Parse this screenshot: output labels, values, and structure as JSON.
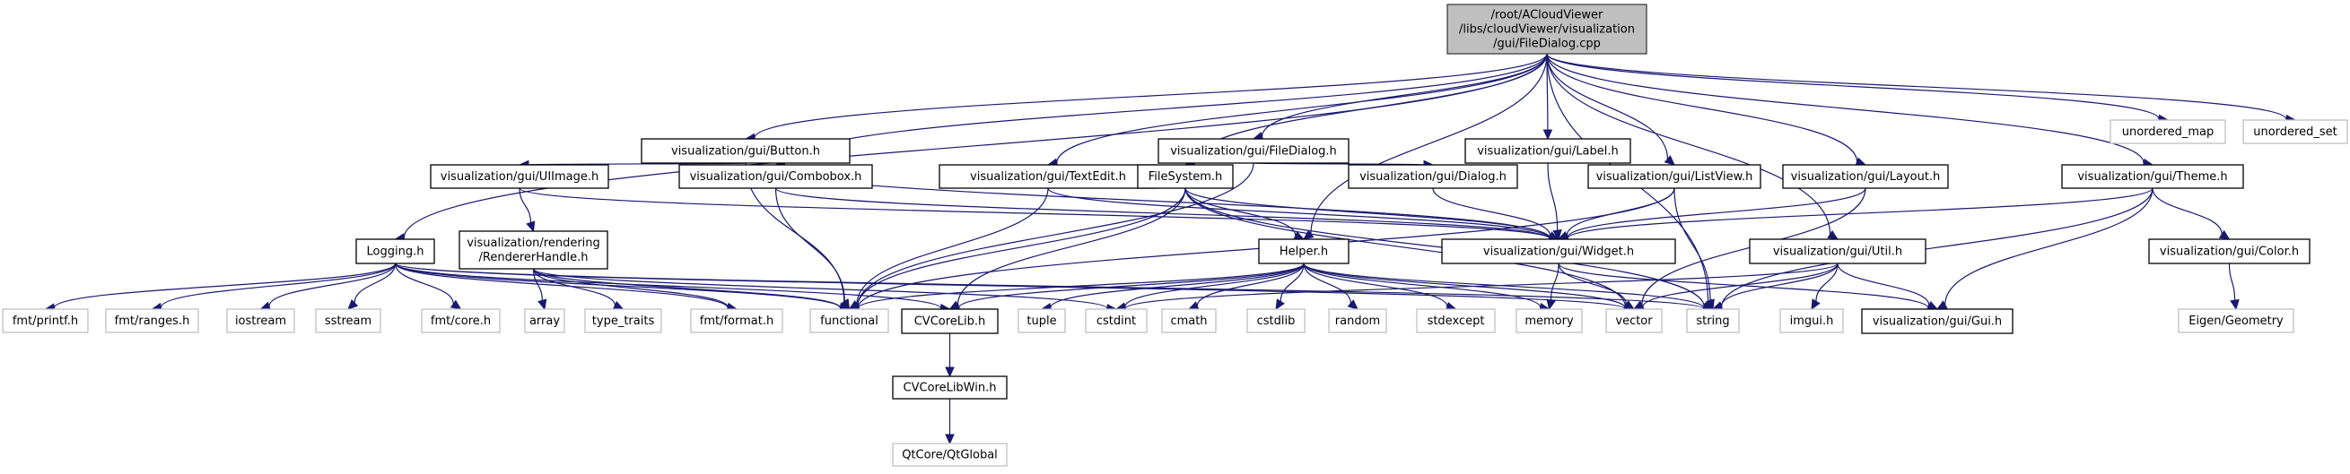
{
  "graph": {
    "title": "Include dependency graph",
    "colors": {
      "edge": "#191970",
      "root_fill": "#bfbfbf",
      "root_border": "#404040",
      "documented_border": "#000000",
      "external_border": "#bfbfbf",
      "fill": "#ffffff",
      "external_text": "#000000"
    },
    "nodes": [
      {
        "id": "root",
        "kind": "root",
        "lines": [
          "/root/ACloudViewer",
          "/libs/cloudViewer/visualization",
          "/gui/FileDialog.cpp"
        ]
      },
      {
        "id": "button",
        "kind": "documented",
        "lines": [
          "visualization/gui/Button.h"
        ]
      },
      {
        "id": "filedialog_h",
        "kind": "documented",
        "lines": [
          "visualization/gui/FileDialog.h"
        ]
      },
      {
        "id": "label",
        "kind": "documented",
        "lines": [
          "visualization/gui/Label.h"
        ]
      },
      {
        "id": "unordered_map",
        "kind": "external",
        "lines": [
          "unordered_map"
        ]
      },
      {
        "id": "unordered_set",
        "kind": "external",
        "lines": [
          "unordered_set"
        ]
      },
      {
        "id": "uiimage",
        "kind": "documented",
        "lines": [
          "visualization/gui/UIImage.h"
        ]
      },
      {
        "id": "combobox",
        "kind": "documented",
        "lines": [
          "visualization/gui/Combobox.h"
        ]
      },
      {
        "id": "textedit",
        "kind": "documented",
        "lines": [
          "visualization/gui/TextEdit.h"
        ]
      },
      {
        "id": "filesystem",
        "kind": "documented",
        "lines": [
          "FileSystem.h"
        ]
      },
      {
        "id": "dialog",
        "kind": "documented",
        "lines": [
          "visualization/gui/Dialog.h"
        ]
      },
      {
        "id": "listview",
        "kind": "documented",
        "lines": [
          "visualization/gui/ListView.h"
        ]
      },
      {
        "id": "layout",
        "kind": "documented",
        "lines": [
          "visualization/gui/Layout.h"
        ]
      },
      {
        "id": "theme",
        "kind": "documented",
        "lines": [
          "visualization/gui/Theme.h"
        ]
      },
      {
        "id": "logging",
        "kind": "documented",
        "lines": [
          "Logging.h"
        ]
      },
      {
        "id": "rendererhandle",
        "kind": "documented",
        "lines": [
          "visualization/rendering",
          "/RendererHandle.h"
        ]
      },
      {
        "id": "helper",
        "kind": "documented",
        "lines": [
          "Helper.h"
        ]
      },
      {
        "id": "widget",
        "kind": "documented",
        "lines": [
          "visualization/gui/Widget.h"
        ]
      },
      {
        "id": "util",
        "kind": "documented",
        "lines": [
          "visualization/gui/Util.h"
        ]
      },
      {
        "id": "color",
        "kind": "documented",
        "lines": [
          "visualization/gui/Color.h"
        ]
      },
      {
        "id": "fmt_printf",
        "kind": "external",
        "lines": [
          "fmt/printf.h"
        ]
      },
      {
        "id": "fmt_ranges",
        "kind": "external",
        "lines": [
          "fmt/ranges.h"
        ]
      },
      {
        "id": "iostream",
        "kind": "external",
        "lines": [
          "iostream"
        ]
      },
      {
        "id": "sstream",
        "kind": "external",
        "lines": [
          "sstream"
        ]
      },
      {
        "id": "fmt_core",
        "kind": "external",
        "lines": [
          "fmt/core.h"
        ]
      },
      {
        "id": "array",
        "kind": "external",
        "lines": [
          "array"
        ]
      },
      {
        "id": "type_traits",
        "kind": "external",
        "lines": [
          "type_traits"
        ]
      },
      {
        "id": "fmt_format",
        "kind": "external",
        "lines": [
          "fmt/format.h"
        ]
      },
      {
        "id": "functional",
        "kind": "external",
        "lines": [
          "functional"
        ]
      },
      {
        "id": "cvcorelib",
        "kind": "documented",
        "lines": [
          "CVCoreLib.h"
        ]
      },
      {
        "id": "tuple",
        "kind": "external",
        "lines": [
          "tuple"
        ]
      },
      {
        "id": "cstdint",
        "kind": "external",
        "lines": [
          "cstdint"
        ]
      },
      {
        "id": "cmath",
        "kind": "external",
        "lines": [
          "cmath"
        ]
      },
      {
        "id": "cstdlib",
        "kind": "external",
        "lines": [
          "cstdlib"
        ]
      },
      {
        "id": "random",
        "kind": "external",
        "lines": [
          "random"
        ]
      },
      {
        "id": "stdexcept",
        "kind": "external",
        "lines": [
          "stdexcept"
        ]
      },
      {
        "id": "memory",
        "kind": "external",
        "lines": [
          "memory"
        ]
      },
      {
        "id": "vector",
        "kind": "external",
        "lines": [
          "vector"
        ]
      },
      {
        "id": "string",
        "kind": "external",
        "lines": [
          "string"
        ]
      },
      {
        "id": "imgui",
        "kind": "external",
        "lines": [
          "imgui.h"
        ]
      },
      {
        "id": "gui",
        "kind": "documented",
        "lines": [
          "visualization/gui/Gui.h"
        ]
      },
      {
        "id": "eigen_geometry",
        "kind": "external",
        "lines": [
          "Eigen/Geometry"
        ]
      },
      {
        "id": "cvcorelibwin",
        "kind": "documented",
        "lines": [
          "CVCoreLibWin.h"
        ]
      },
      {
        "id": "qtglobal",
        "kind": "external",
        "lines": [
          "QtCore/QtGlobal"
        ]
      }
    ],
    "edges": [
      [
        "root",
        "button"
      ],
      [
        "root",
        "filedialog_h"
      ],
      [
        "root",
        "label"
      ],
      [
        "root",
        "unordered_map"
      ],
      [
        "root",
        "unordered_set"
      ],
      [
        "root",
        "logging"
      ],
      [
        "root",
        "combobox"
      ],
      [
        "root",
        "textedit"
      ],
      [
        "root",
        "filesystem"
      ],
      [
        "root",
        "helper"
      ],
      [
        "root",
        "listview"
      ],
      [
        "root",
        "layout"
      ],
      [
        "root",
        "theme"
      ],
      [
        "root",
        "util"
      ],
      [
        "root",
        "string"
      ],
      [
        "button",
        "uiimage"
      ],
      [
        "button",
        "functional"
      ],
      [
        "button",
        "widget"
      ],
      [
        "filedialog_h",
        "dialog"
      ],
      [
        "filedialog_h",
        "functional"
      ],
      [
        "label",
        "widget"
      ],
      [
        "uiimage",
        "rendererhandle"
      ],
      [
        "uiimage",
        "widget"
      ],
      [
        "combobox",
        "functional"
      ],
      [
        "combobox",
        "widget"
      ],
      [
        "textedit",
        "functional"
      ],
      [
        "textedit",
        "widget"
      ],
      [
        "filesystem",
        "functional"
      ],
      [
        "filesystem",
        "cvcorelib"
      ],
      [
        "filesystem",
        "helper"
      ],
      [
        "filesystem",
        "string"
      ],
      [
        "filesystem",
        "vector"
      ],
      [
        "filesystem",
        "widget"
      ],
      [
        "dialog",
        "widget"
      ],
      [
        "listview",
        "widget"
      ],
      [
        "listview",
        "functional"
      ],
      [
        "listview",
        "string"
      ],
      [
        "layout",
        "widget"
      ],
      [
        "layout",
        "vector"
      ],
      [
        "theme",
        "widget"
      ],
      [
        "theme",
        "color"
      ],
      [
        "theme",
        "string"
      ],
      [
        "theme",
        "gui"
      ],
      [
        "logging",
        "fmt_printf"
      ],
      [
        "logging",
        "fmt_ranges"
      ],
      [
        "logging",
        "iostream"
      ],
      [
        "logging",
        "sstream"
      ],
      [
        "logging",
        "fmt_core"
      ],
      [
        "logging",
        "functional"
      ],
      [
        "logging",
        "cvcorelib"
      ],
      [
        "logging",
        "string"
      ],
      [
        "logging",
        "vector"
      ],
      [
        "logging",
        "fmt_format"
      ],
      [
        "rendererhandle",
        "array"
      ],
      [
        "rendererhandle",
        "type_traits"
      ],
      [
        "rendererhandle",
        "fmt_format"
      ],
      [
        "rendererhandle",
        "functional"
      ],
      [
        "rendererhandle",
        "cstdint"
      ],
      [
        "helper",
        "functional"
      ],
      [
        "helper",
        "cvcorelib"
      ],
      [
        "helper",
        "tuple"
      ],
      [
        "helper",
        "cmath"
      ],
      [
        "helper",
        "cstdlib"
      ],
      [
        "helper",
        "random"
      ],
      [
        "helper",
        "stdexcept"
      ],
      [
        "helper",
        "memory"
      ],
      [
        "helper",
        "vector"
      ],
      [
        "helper",
        "string"
      ],
      [
        "helper",
        "cstdint"
      ],
      [
        "widget",
        "memory"
      ],
      [
        "widget",
        "vector"
      ],
      [
        "widget",
        "gui"
      ],
      [
        "util",
        "string"
      ],
      [
        "util",
        "imgui"
      ],
      [
        "util",
        "gui"
      ],
      [
        "util",
        "vector"
      ],
      [
        "util",
        "cstdint"
      ],
      [
        "color",
        "eigen_geometry"
      ],
      [
        "cvcorelib",
        "cvcorelibwin"
      ],
      [
        "cvcorelibwin",
        "qtglobal"
      ]
    ]
  }
}
